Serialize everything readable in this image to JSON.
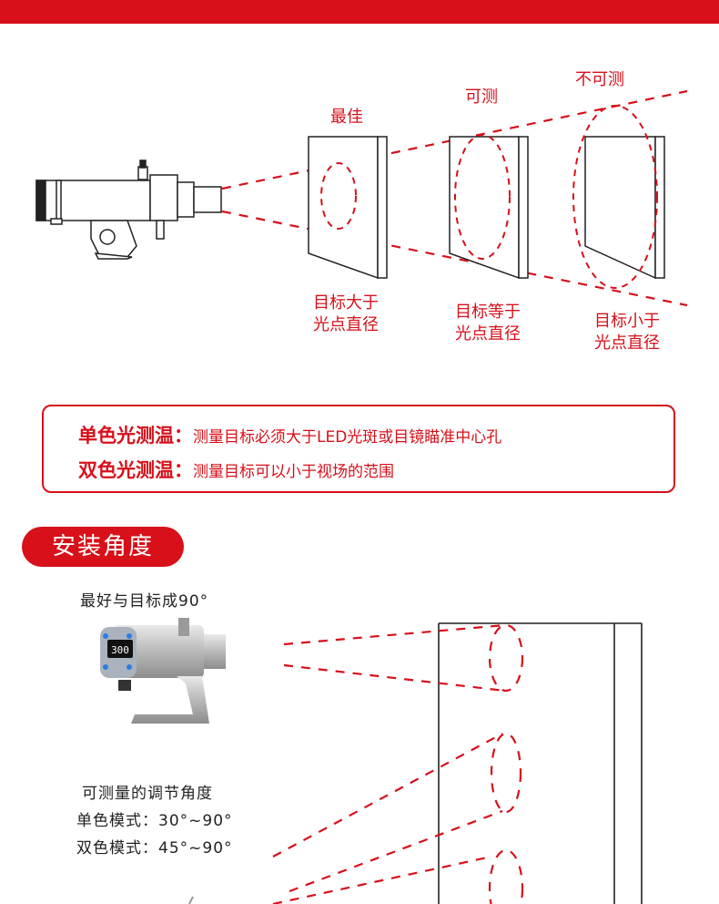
{
  "spot_size_diagram": {
    "distance_labels": [
      "最佳",
      "可测",
      "不可测"
    ],
    "target_labels": [
      [
        "目标大于",
        "光点直径"
      ],
      [
        "目标等于",
        "光点直径"
      ],
      [
        "目标小于",
        "光点直径"
      ]
    ]
  },
  "notice": {
    "rows": [
      {
        "title": "单色光测温：",
        "text": "测量目标必须大于LED光斑或目镜瞄准中心孔"
      },
      {
        "title": "双色光测温：",
        "text": "测量目标可以小于视场的范围"
      }
    ]
  },
  "install_section": {
    "heading": "安装角度",
    "best_angle": "最好与目标成90°",
    "adjust_title": "可测量的调节角度",
    "mono_mode": "单色模式：30°~90°",
    "dual_mode": "双色模式：45°~90°",
    "display_reading": "300"
  },
  "colors": {
    "accent": "#d7101a",
    "outline": "#222222"
  }
}
